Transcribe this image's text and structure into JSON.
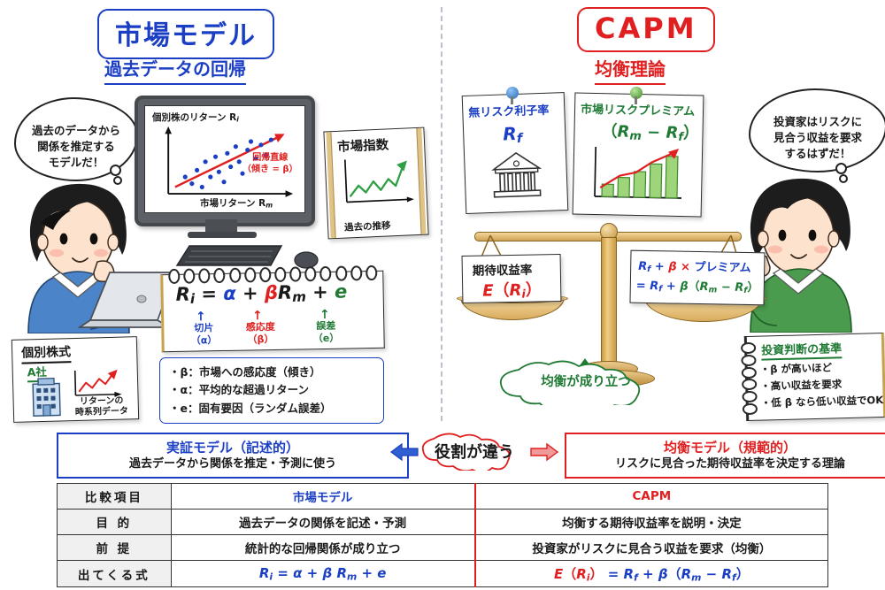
{
  "left": {
    "title": "市場モデル",
    "subtitle": "過去データの回帰",
    "thought": "過去のデータから\n関係を推定する\nモデルだ！",
    "monitor": {
      "y_axis_label": "個別株のリターン R",
      "y_axis_sub": "i",
      "x_axis_label": "市場リターン R",
      "x_axis_sub": "m",
      "line_label": "回帰直線",
      "line_note": "（傾き = β）"
    },
    "index_card": {
      "title": "市場指数",
      "caption": "過去の推移"
    },
    "formula_note": {
      "equation": "R i = α + β R m + e",
      "ann_intercept": "切片",
      "ann_intercept_sym": "（α）",
      "ann_beta": "感応度",
      "ann_beta_sym": "（β）",
      "ann_error": "誤差",
      "ann_error_sym": "（e）"
    },
    "bullets": [
      "・β：市場への感応度（傾き）",
      "・α：平均的な超過リターン",
      "・e：固有要因（ランダム誤差）"
    ],
    "stock_card": {
      "title": "個別株式",
      "company": "A社",
      "caption_line1": "リターンの",
      "caption_line2": "時系列データ"
    }
  },
  "right": {
    "title": "CAPM",
    "subtitle": "均衡理論",
    "thought": "投資家はリスクに\n見合う収益を要求\nするはずだ！",
    "note_rf": {
      "label": "無リスク利子率",
      "symbol": "R f",
      "icon": "bank-icon"
    },
    "note_premium": {
      "label": "市場リスクプレミアム",
      "symbol": "（R m − R f）",
      "icon": "bar-chart-icon"
    },
    "scale_left": {
      "label": "期待収益率",
      "formula": "E ( R i )"
    },
    "scale_right": {
      "line1": "R f + β × プレミアム",
      "line2": "= R f + β ( R m − R f )"
    },
    "equilibrium_cloud": "均衡が成り立つ",
    "criteria_note": {
      "title": "投資判断の基準",
      "bullets": [
        "・β が高いほど",
        "・高い収益を要求",
        "・低 β なら低い収益でOK"
      ]
    }
  },
  "summary": {
    "left_banner": {
      "heading": "実証モデル（記述的）",
      "sub": "過去データから関係を推定・予測に使う"
    },
    "center_cloud": "役割が違う",
    "right_banner": {
      "heading": "均衡モデル（規範的）",
      "sub": "リスクに見合った期待収益率を決定する理論"
    },
    "arrow_left": "left-arrow-icon",
    "arrow_right": "right-arrow-icon"
  },
  "table": {
    "headers": [
      "比較項目",
      "市場モデル",
      "CAPM"
    ],
    "rows": [
      {
        "label": "目 的",
        "market": "過去データの関係を記述・予測",
        "capm": "均衡する期待収益率を説明・決定"
      },
      {
        "label": "前 提",
        "market": "統計的な回帰関係が成り立つ",
        "capm": "投資家がリスクに見合う収益を要求（均衡）"
      },
      {
        "label": "出てくる式",
        "market": "R i = α + β R m + e",
        "capm": "E ( R i ) = R f + β ( R m − R f )"
      }
    ]
  },
  "colors": {
    "blue": "#1b3fc4",
    "red": "#e02020",
    "green": "#1f7a34",
    "ink": "#1a1a1a"
  },
  "chart_data": {
    "type": "scatter",
    "title": "個別株のリターン Ri vs 市場リターン Rm",
    "xlabel": "市場リターン Rm",
    "ylabel": "個別株のリターン Ri",
    "points": [
      [
        0.14,
        0.3
      ],
      [
        0.2,
        0.22
      ],
      [
        0.26,
        0.4
      ],
      [
        0.3,
        0.18
      ],
      [
        0.33,
        0.52
      ],
      [
        0.38,
        0.3
      ],
      [
        0.44,
        0.58
      ],
      [
        0.46,
        0.36
      ],
      [
        0.52,
        0.26
      ],
      [
        0.55,
        0.62
      ],
      [
        0.58,
        0.44
      ],
      [
        0.62,
        0.72
      ],
      [
        0.66,
        0.5
      ],
      [
        0.7,
        0.38
      ],
      [
        0.74,
        0.66
      ],
      [
        0.78,
        0.8
      ],
      [
        0.82,
        0.56
      ],
      [
        0.86,
        0.74
      ],
      [
        0.9,
        0.62
      ],
      [
        0.92,
        0.86
      ]
    ],
    "regression_line": {
      "label": "回帰直線",
      "note": "傾き = β",
      "from": [
        0.08,
        0.22
      ],
      "to": [
        0.95,
        0.88
      ],
      "color": "#e02020"
    },
    "point_color": "#1b3fc4",
    "grid": false,
    "legend": "none"
  },
  "chart_data_index": {
    "type": "line",
    "title": "市場指数",
    "xlabel": "過去の推移",
    "values": [
      0.15,
      0.32,
      0.2,
      0.45,
      0.3,
      0.55,
      0.4,
      0.7,
      0.58,
      0.88
    ],
    "color": "#1f7a34"
  },
  "chart_data_premium": {
    "type": "bar",
    "title": "市場リスクプレミアム",
    "values": [
      0.22,
      0.38,
      0.52,
      0.7,
      0.9
    ],
    "bar_color": "#7cc35a",
    "trend_color": "#e02020"
  },
  "chart_data_stock": {
    "type": "line",
    "title": "リターンの時系列データ",
    "values": [
      0.12,
      0.38,
      0.22,
      0.55,
      0.4,
      0.78,
      0.95
    ],
    "color": "#e02020"
  }
}
